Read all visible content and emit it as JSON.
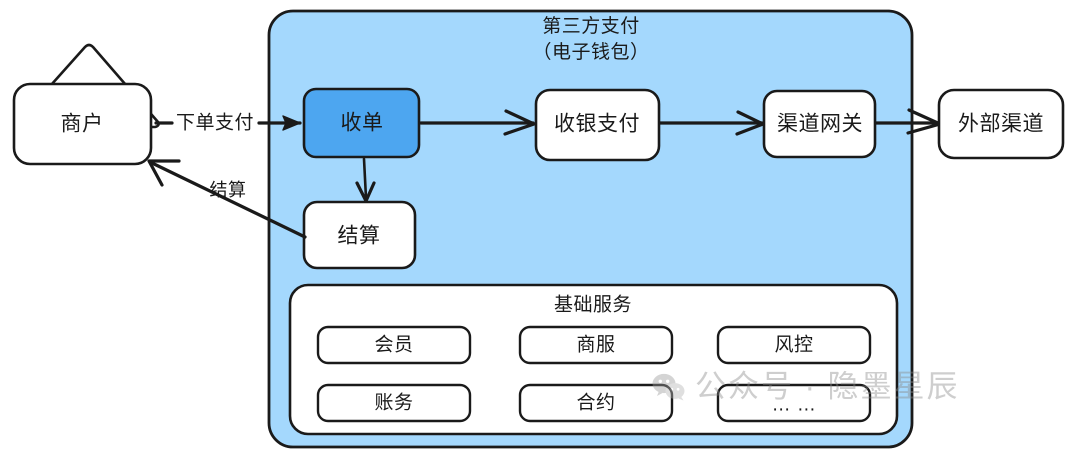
{
  "diagram": {
    "title_lines": [
      "第三方支付",
      "（电子钱包）"
    ],
    "external_nodes": [
      {
        "id": "merchant",
        "label": "商户",
        "shape": "house"
      },
      {
        "id": "external-channel",
        "label": "外部渠道",
        "shape": "rounded-rect"
      }
    ],
    "flow_nodes": [
      {
        "id": "acquiring",
        "label": "收单",
        "highlight": true,
        "color": "#4da6f0"
      },
      {
        "id": "cashier-pay",
        "label": "收银支付",
        "highlight": false
      },
      {
        "id": "channel-gateway",
        "label": "渠道网关",
        "highlight": false
      },
      {
        "id": "settlement",
        "label": "结算",
        "highlight": false
      }
    ],
    "edge_labels": {
      "order_pay": "下单支付",
      "settle": "结算"
    },
    "basic_services": {
      "title": "基础服务",
      "items": [
        {
          "id": "member",
          "label": "会员"
        },
        {
          "id": "merchant-service",
          "label": "商服"
        },
        {
          "id": "risk-control",
          "label": "风控"
        },
        {
          "id": "accounting",
          "label": "账务"
        },
        {
          "id": "contract",
          "label": "合约"
        },
        {
          "id": "more",
          "label": "… …"
        }
      ]
    },
    "watermark": {
      "text": "公众号 · 隐墨星辰",
      "logo": "wechat-icon"
    },
    "colors": {
      "container_fill": "#a4d8fd",
      "accent_node": "#4da6f0",
      "node_fill": "#ffffff",
      "stroke": "#1a1a1a",
      "page_background": "#ffffff"
    }
  }
}
